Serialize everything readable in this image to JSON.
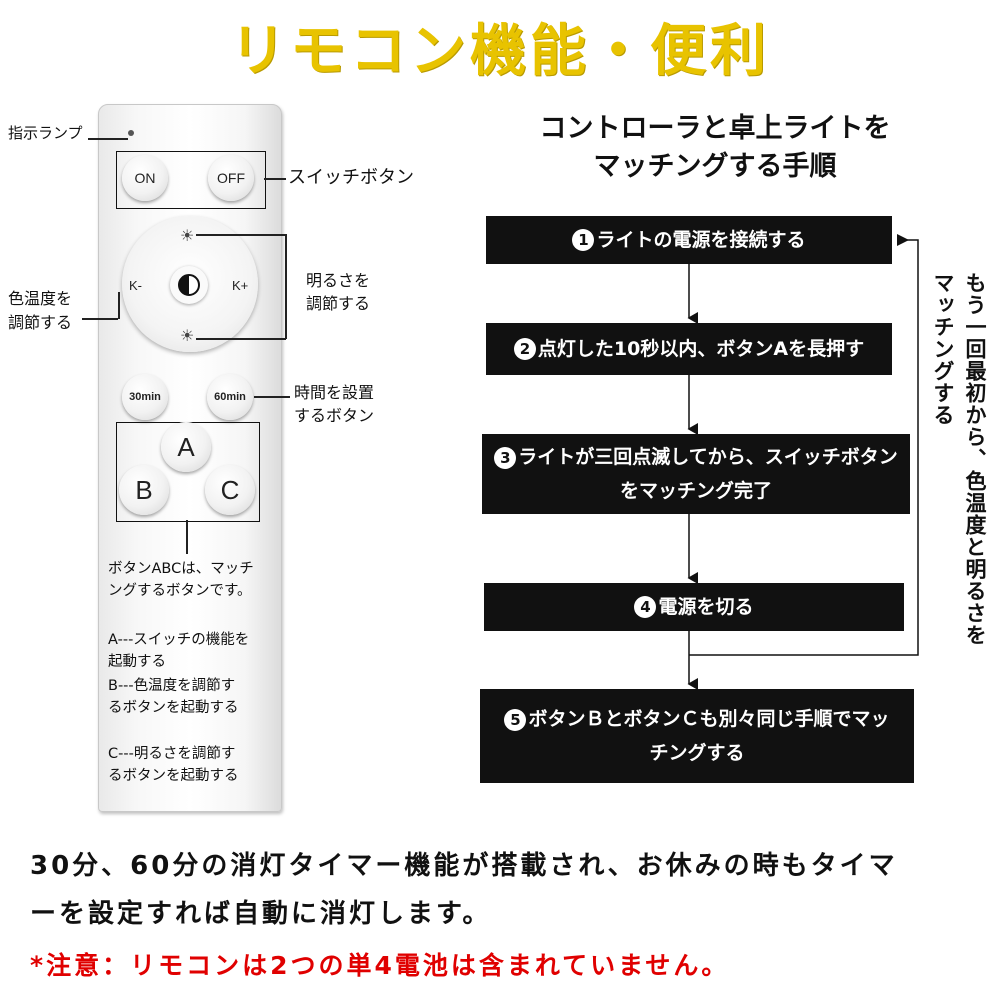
{
  "title": "リモコン機能・便利",
  "remote": {
    "on_label": "ON",
    "off_label": "OFF",
    "k_minus": "K-",
    "k_plus": "K+",
    "timer30": "30min",
    "timer60": "60min",
    "btn_a": "A",
    "btn_b": "B",
    "btn_c": "C",
    "desc_line1": "ボタンABCは、マッチ",
    "desc_line2": "ングするボタンです。",
    "a_line1": "A---スイッチの機能を",
    "a_line2": "起動する",
    "b_line1": "B---色温度を調節す",
    "b_line2": "るボタンを起動する",
    "c_line1": "C---明るさを調節す",
    "c_line2": "るボタンを起動する"
  },
  "annotations": {
    "indicator": "指示ランプ",
    "switch": "スイッチボタン",
    "brightness_1": "明るさを",
    "brightness_2": "調節する",
    "color_temp_1": "色温度を",
    "color_temp_2": "調節する",
    "timer_1": "時間を設置",
    "timer_2": "するボタン"
  },
  "procedure": {
    "title_line1": "コントローラと卓上ライトを",
    "title_line2": "マッチングする手順",
    "steps": [
      {
        "num": "1",
        "line1": "ライトの電源を接続する",
        "line2": ""
      },
      {
        "num": "2",
        "line1": "点灯した10秒以内、ボタンAを長押す",
        "line2": ""
      },
      {
        "num": "3",
        "line1": "ライトが三回点滅してから、スイッチボタン",
        "line2": "をマッチング完了"
      },
      {
        "num": "4",
        "line1": "電源を切る",
        "line2": ""
      },
      {
        "num": "5",
        "line1": "ボタンＢとボタンＣも別々同じ手順でマッ",
        "line2": "チングする"
      }
    ],
    "side_note_col1": "もう一回最初から、色温度と明るさを",
    "side_note_col2": "マッチングする"
  },
  "bottom": {
    "line1": "30分、60分の消灯タイマー機能が搭載され、お休みの時もタイマ",
    "line2": "ーを設定すれば自動に消灯します。",
    "warning": "*注意：リモコンは2つの単4電池は含まれていません。"
  },
  "colors": {
    "title": "#e8c300",
    "warning": "#e00000",
    "step_bg": "#111111"
  }
}
